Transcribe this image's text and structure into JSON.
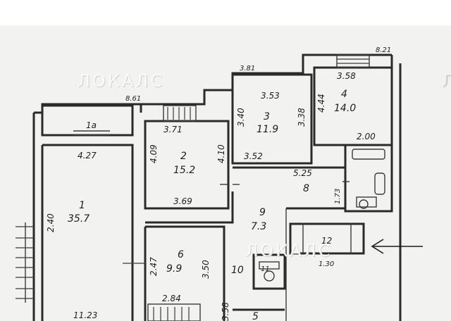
{
  "watermark": {
    "text": "ЛОКАЛС",
    "text_right": "Л"
  },
  "outer_dims": {
    "top_right": "8.21",
    "top_mid": "3.81",
    "top_left": "8.61"
  },
  "rooms": [
    {
      "id": "1a",
      "number": "1a",
      "dim_bottom": "4.27"
    },
    {
      "id": "1",
      "number": "1",
      "area": "35.7",
      "dim_side": "2.40",
      "dim_bottom": "11.23"
    },
    {
      "id": "2",
      "number": "2",
      "area": "15.2",
      "dim_top": "3.71",
      "dim_left": "4.09",
      "dim_right": "4.10",
      "dim_bottom": "3.69"
    },
    {
      "id": "3",
      "number": "3",
      "area": "11.9",
      "dim_top": "3.53",
      "dim_left": "3.40",
      "dim_right": "3.38",
      "dim_bottom": "3.52"
    },
    {
      "id": "4",
      "number": "4",
      "area": "14.0",
      "dim_top": "3.58",
      "dim_left": "4.44",
      "dim_bottom": "2.00"
    },
    {
      "id": "8",
      "number": "8",
      "dim_top": "5.25",
      "dim_right": "1.73"
    },
    {
      "id": "9",
      "number": "9",
      "area": "7.3"
    },
    {
      "id": "12",
      "number": "12",
      "dim_bottom": "1.30"
    },
    {
      "id": "6",
      "number": "6",
      "area": "9.9",
      "dim_left": "2.47",
      "dim_right": "3.50",
      "dim_bottom": "2.84"
    },
    {
      "id": "10",
      "number": "10"
    },
    {
      "id": "11",
      "number": "11"
    },
    {
      "id": "5",
      "number": "5",
      "dim_left": "3.58"
    }
  ],
  "marker": {
    "name": "arrow-pointer",
    "direction": "left"
  },
  "colors": {
    "ink": "#2a2a2a",
    "paper": "#ffffff",
    "photo_band": "#ffffff"
  }
}
